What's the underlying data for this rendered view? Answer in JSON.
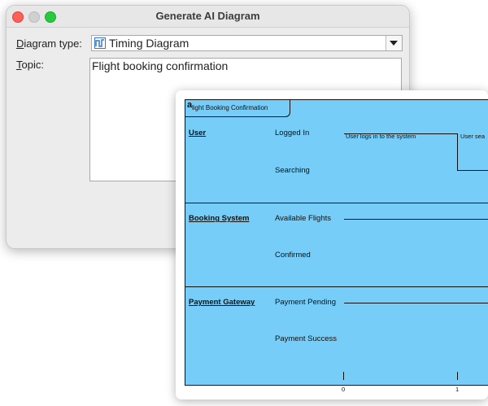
{
  "dialog": {
    "title": "Generate AI Diagram",
    "diagram_type_label": "Diagram type:",
    "diagram_type_value": "Timing Diagram",
    "topic_label": "Topic:",
    "topic_value": "Flight booking confirmation"
  },
  "preview": {
    "frame_icon": "a",
    "frame_title": "light Booking Confirmation",
    "lanes": [
      {
        "name": "User",
        "states": [
          "Logged In",
          "Searching"
        ]
      },
      {
        "name": "Booking System",
        "states": [
          "Available Flights",
          "Confirmed"
        ]
      },
      {
        "name": "Payment Gateway",
        "states": [
          "Payment Pending",
          "Payment Success"
        ]
      }
    ],
    "annotations": [
      "User logs in to the system",
      "User sea"
    ],
    "time_ticks": [
      "0",
      "1"
    ]
  }
}
